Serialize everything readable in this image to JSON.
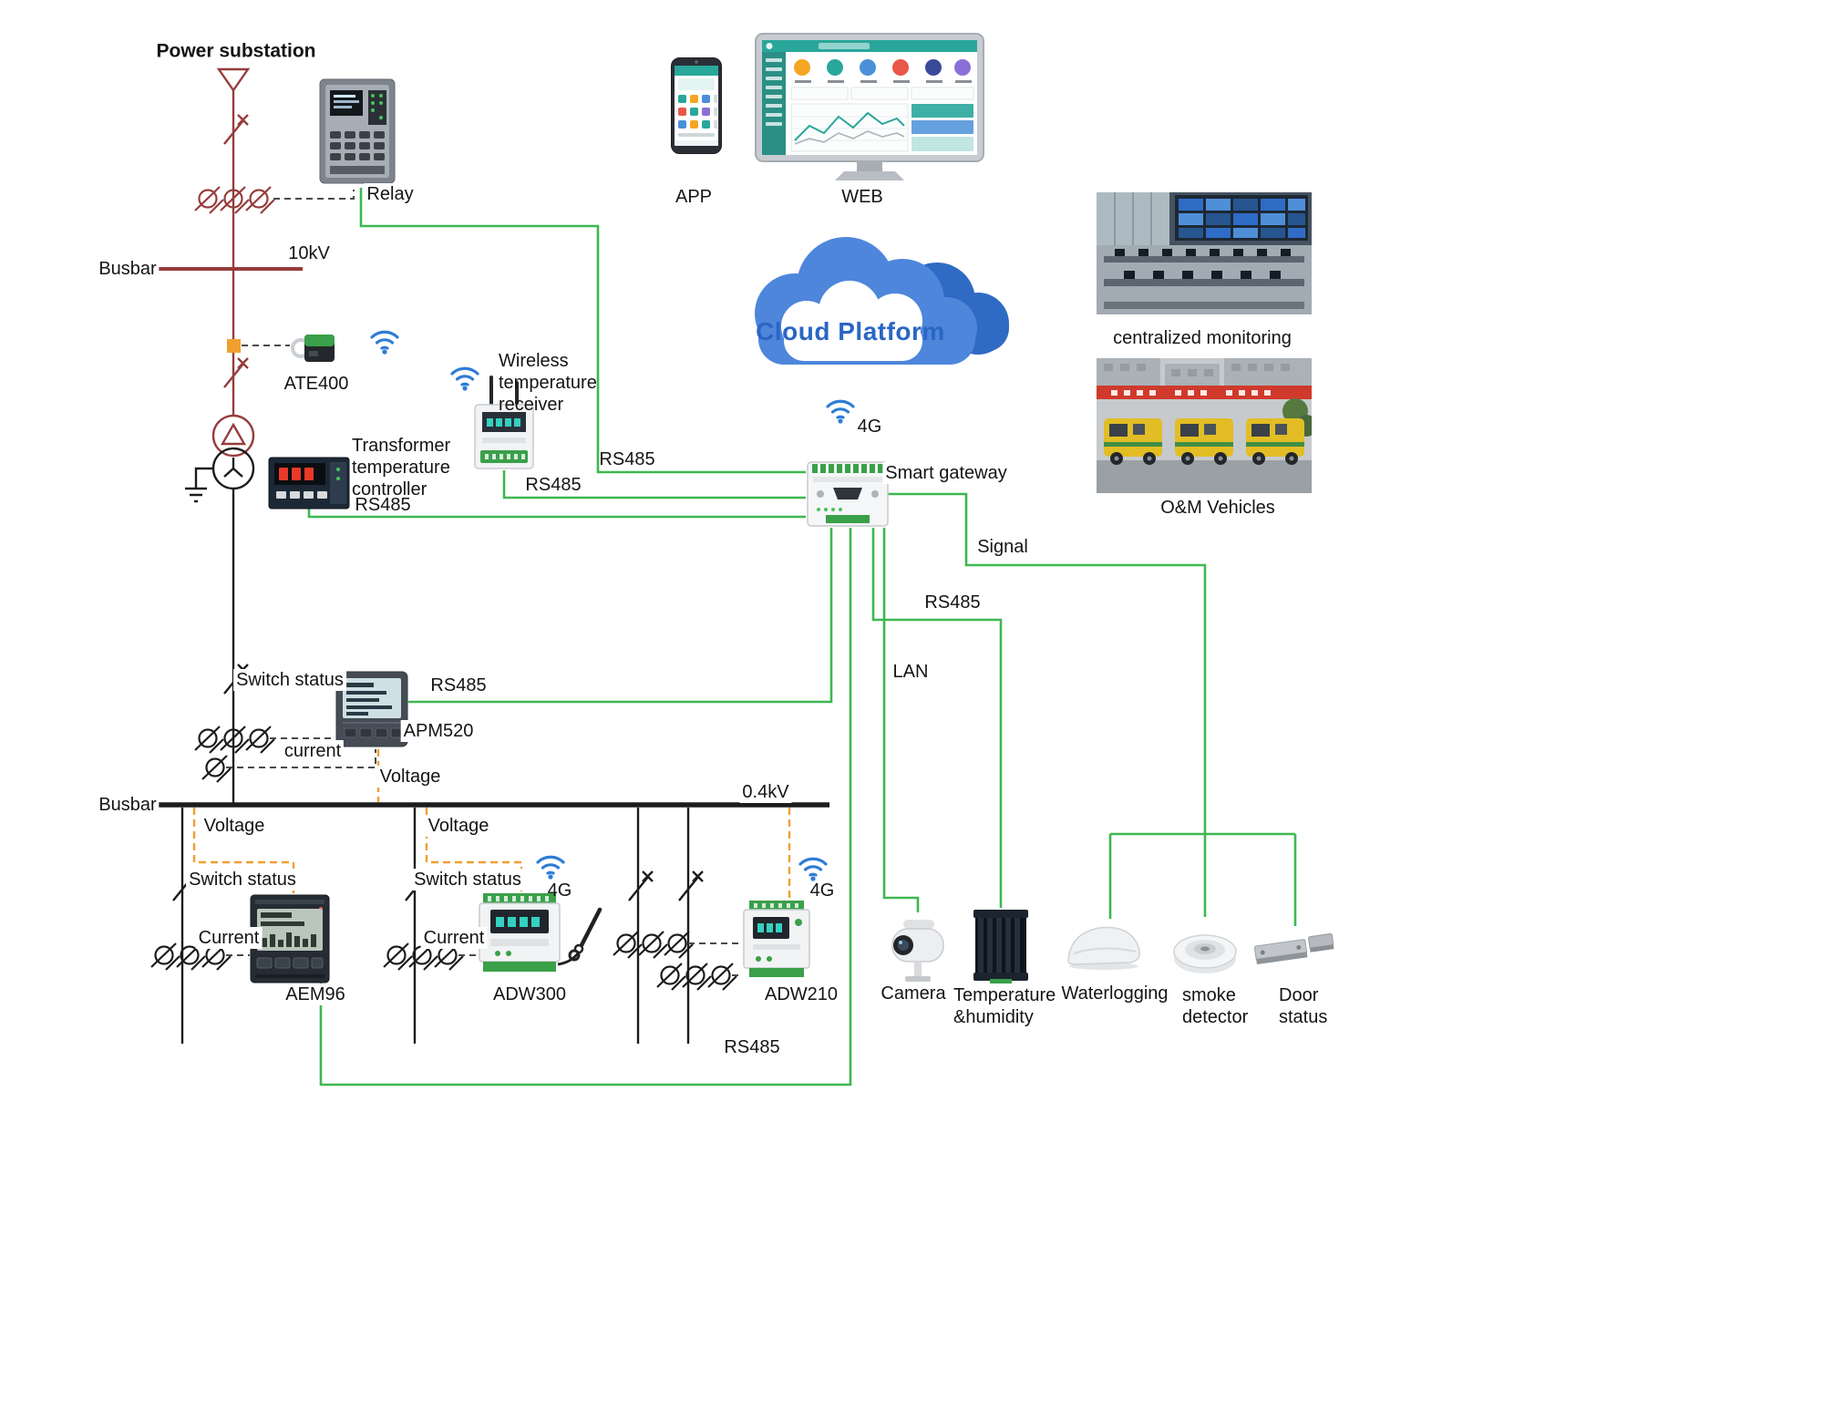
{
  "substation": {
    "title": "Power substation",
    "busbar": "Busbar",
    "kv10": "10kV",
    "kv04": "0.4kV"
  },
  "cloud": {
    "label": "Cloud Platform"
  },
  "platform": {
    "app": "APP",
    "web": "WEB"
  },
  "gateway": {
    "label": "Smart gateway"
  },
  "links": {
    "rs485": "RS485",
    "lan": "LAN",
    "signal": "Signal",
    "g4": "4G"
  },
  "remote": {
    "centralized": "centralized monitoring",
    "vehicles": "O&M Vehicles"
  },
  "devices": {
    "relay": "Relay",
    "ate400": "ATE400",
    "wireless_receiver": "Wireless temperature receiver",
    "transformer_controller": "Transformer temperature controller",
    "apm520": "APM520",
    "aem96": "AEM96",
    "adw300": "ADW300",
    "adw210": "ADW210"
  },
  "measurements": {
    "switch_status": "Switch status",
    "current_lc": "current",
    "current": "Current",
    "voltage": "Voltage"
  },
  "sensors": {
    "camera": "Camera",
    "temp_humidity": "Temperature &humidity",
    "waterlogging": "Waterlogging",
    "smoke": "smoke detector",
    "door": "Door status"
  },
  "colors": {
    "comm_green": "#3eb750",
    "hv_dark_red": "#963c3c",
    "voltage_orange": "#f0a030",
    "wireless_blue": "#2e7cd6",
    "platform_teal": "#29a79b"
  }
}
